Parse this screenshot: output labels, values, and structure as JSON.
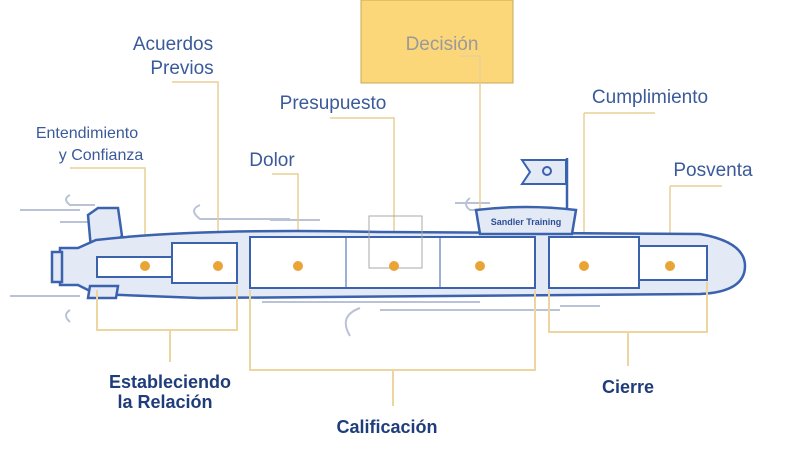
{
  "stages": {
    "acuerdos_line1": "Acuerdos",
    "acuerdos_line2": "Previos",
    "presupuesto": "Presupuesto",
    "entendimiento_line1": "Entendimiento",
    "entendimiento_line2": "y Confianza",
    "dolor": "Dolor",
    "decision": "Decisión",
    "cumplimiento": "Cumplimiento",
    "posventa": "Posventa"
  },
  "groups": {
    "relacion_line1": "Estableciendo",
    "relacion_line2": "la Relación",
    "calificacion": "Calificación",
    "cierre": "Cierre"
  },
  "tower_label": "Sandler Training",
  "colors": {
    "hull": "#3a62ad",
    "dot": "#e9a436",
    "highlight": "#fbd77a",
    "group_text": "#1f3d7a"
  }
}
